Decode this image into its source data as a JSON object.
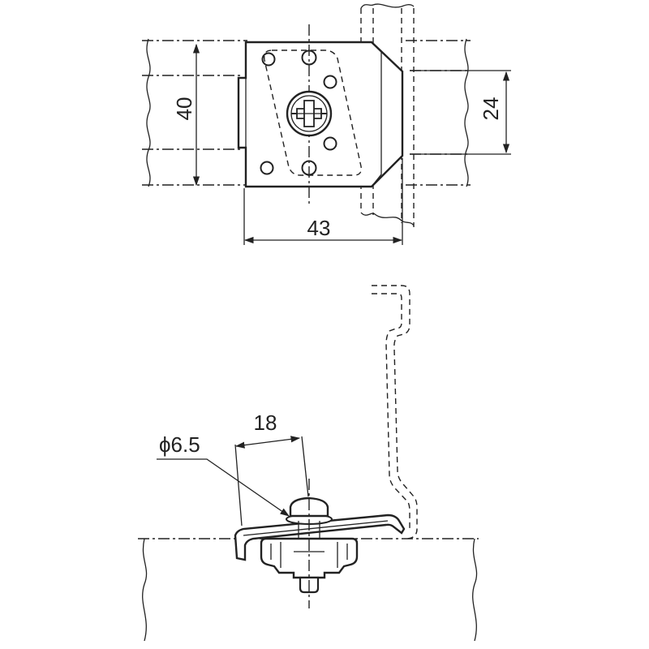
{
  "dimensions": {
    "height_40": "40",
    "width_43": "43",
    "height_24": "24",
    "offset_18": "18",
    "hole_dia": "ϕ6.5"
  },
  "colors": {
    "line": "#222222",
    "background": "#ffffff"
  }
}
